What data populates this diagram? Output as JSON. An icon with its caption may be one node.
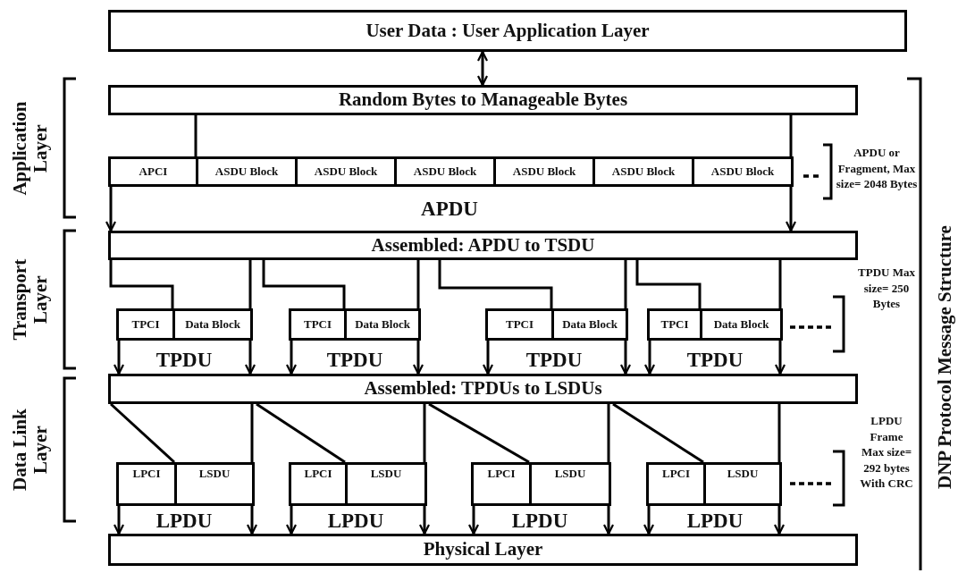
{
  "diagram": {
    "nodes": [
      {
        "text": [
          "User Data : User Application Layer"
        ]
      },
      {
        "text": [
          "Random Bytes to Manageable Bytes"
        ]
      },
      {
        "text": [
          "APCI"
        ]
      },
      {
        "text": [
          "ASDU Block"
        ]
      },
      {
        "text": [
          "ASDU Block"
        ]
      },
      {
        "text": [
          "ASDU Block"
        ]
      },
      {
        "text": [
          "ASDU Block"
        ]
      },
      {
        "text": [
          "ASDU Block"
        ]
      },
      {
        "text": [
          "ASDU Block"
        ]
      },
      {
        "text": [
          "Assembled: APDU to TSDU"
        ]
      },
      {
        "text": [
          "TPCI"
        ]
      },
      {
        "text": [
          "Data Block"
        ]
      },
      {
        "text": [
          "TPCI"
        ]
      },
      {
        "text": [
          "Data Block"
        ]
      },
      {
        "text": [
          "TPCI"
        ]
      },
      {
        "text": [
          "Data Block"
        ]
      },
      {
        "text": [
          "TPCI"
        ]
      },
      {
        "text": [
          "Data Block"
        ]
      },
      {
        "text": [
          "Assembled: TPDUs to LSDUs"
        ]
      },
      {
        "text": [
          "LPCI"
        ]
      },
      {
        "text": [
          "LSDU"
        ]
      },
      {
        "text": [
          "LPCI"
        ]
      },
      {
        "text": [
          "LSDU"
        ]
      },
      {
        "text": [
          "LPCI"
        ]
      },
      {
        "text": [
          "LSDU"
        ]
      },
      {
        "text": [
          "LPCI"
        ]
      },
      {
        "text": [
          "LSDU"
        ]
      },
      {
        "text": [
          "Physical Layer"
        ]
      }
    ],
    "edges": [
      {
        "from": 0,
        "to": 1,
        "arrow": "both"
      },
      {
        "from": 1,
        "to": 2,
        "arrow": "none"
      },
      {
        "from": 1,
        "to": 9,
        "arrow": "to"
      },
      {
        "from": 2,
        "to": 9,
        "arrow": "to"
      },
      {
        "from": 9,
        "to": 10,
        "arrow": "none"
      },
      {
        "from": 9,
        "to": 18,
        "arrow": "to"
      },
      {
        "from": 10,
        "to": 18,
        "arrow": "to"
      },
      {
        "from": 9,
        "to": 12,
        "arrow": "none"
      },
      {
        "from": 9,
        "to": 18,
        "arrow": "to"
      },
      {
        "from": 12,
        "to": 18,
        "arrow": "to"
      },
      {
        "from": 9,
        "to": 14,
        "arrow": "none"
      },
      {
        "from": 9,
        "to": 18,
        "arrow": "to"
      },
      {
        "from": 14,
        "to": 18,
        "arrow": "to"
      },
      {
        "from": 9,
        "to": 16,
        "arrow": "none"
      },
      {
        "from": 9,
        "to": 18,
        "arrow": "to"
      },
      {
        "from": 16,
        "to": 18,
        "arrow": "to"
      },
      {
        "from": 18,
        "to": 19,
        "arrow": "none"
      },
      {
        "from": 18,
        "to": 27,
        "arrow": "to"
      },
      {
        "from": 19,
        "to": 27,
        "arrow": "to"
      },
      {
        "from": 18,
        "to": 21,
        "arrow": "none"
      },
      {
        "from": 18,
        "to": 27,
        "arrow": "to"
      },
      {
        "from": 21,
        "to": 27,
        "arrow": "to"
      },
      {
        "from": 18,
        "to": 23,
        "arrow": "none"
      },
      {
        "from": 18,
        "to": 27,
        "arrow": "to"
      },
      {
        "from": 23,
        "to": 27,
        "arrow": "to"
      },
      {
        "from": 18,
        "to": 25,
        "arrow": "none"
      },
      {
        "from": 18,
        "to": 27,
        "arrow": "to"
      },
      {
        "from": 25,
        "to": 27,
        "arrow": "to"
      }
    ],
    "labels": [
      "Application Layer",
      "APDU or Fragment, Max size= 2048 Bytes",
      "APDU",
      "Transport Layer",
      "TPDU Max size= 250 Bytes",
      "TPDU",
      "TPDU",
      "TPDU",
      "TPDU",
      "Data Link Layer",
      "LPDU Frame Max size= 292 bytes With CRC",
      "LPDU",
      "LPDU",
      "LPDU",
      "LPDU",
      "DNP Protocol Message Structure"
    ]
  }
}
